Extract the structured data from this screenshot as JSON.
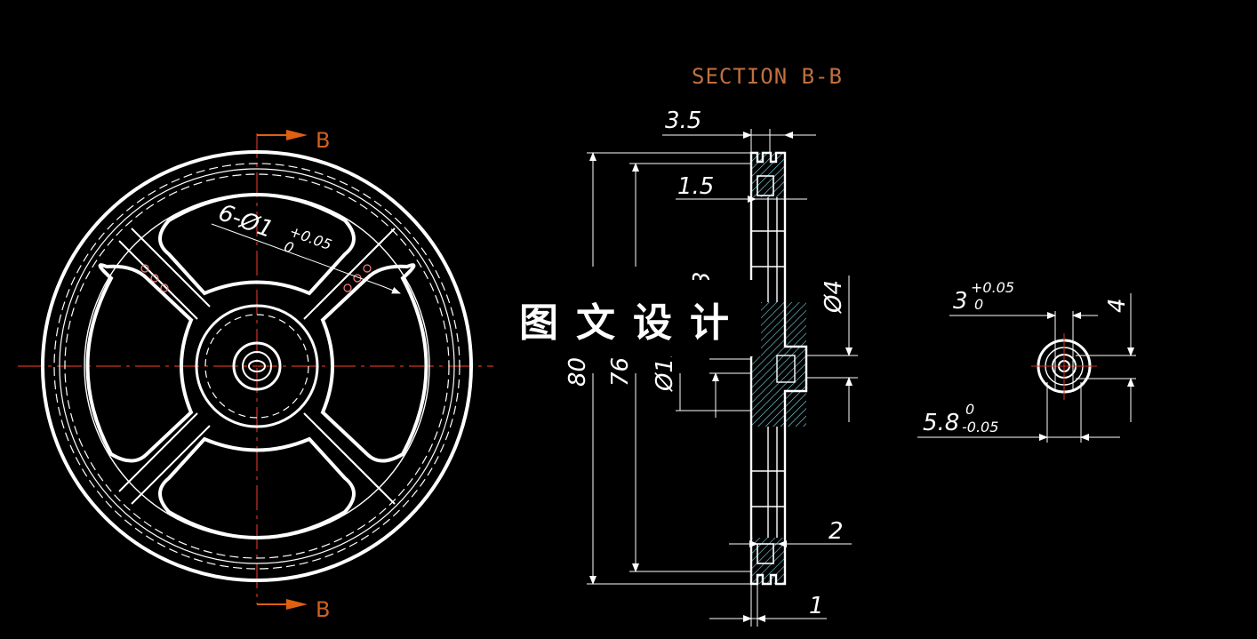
{
  "section_title": "SECTION B-B",
  "section_marks": {
    "top": "B",
    "bottom": "B"
  },
  "watermark": "图文设计",
  "dimensions": {
    "d_3_5": "3.5",
    "d_1_5": "1.5",
    "d_80": "80",
    "d_76": "76",
    "d_3_partial": "3",
    "d_phi1_partial": "Ø1.",
    "d_phi4": "Ø4",
    "d_2": "2",
    "d_1": "1",
    "hole_callout_main": "6-Ø1",
    "hole_callout_tol_upper": "+0.05",
    "hole_callout_tol_lower": "0",
    "slot_3": "3",
    "slot_3_tol_upper": "+0.05",
    "slot_3_tol_lower": "0",
    "slot_4": "4",
    "slot_5_8": "5.8",
    "slot_5_8_tol_upper": "0",
    "slot_5_8_tol_lower": "-0.05"
  },
  "colors": {
    "background": "#000000",
    "geometry": "#ffffff",
    "centerline": "#cc3322",
    "section_arrow": "#e06010",
    "title": "#c07040",
    "hatch": "#7fd8e8"
  }
}
